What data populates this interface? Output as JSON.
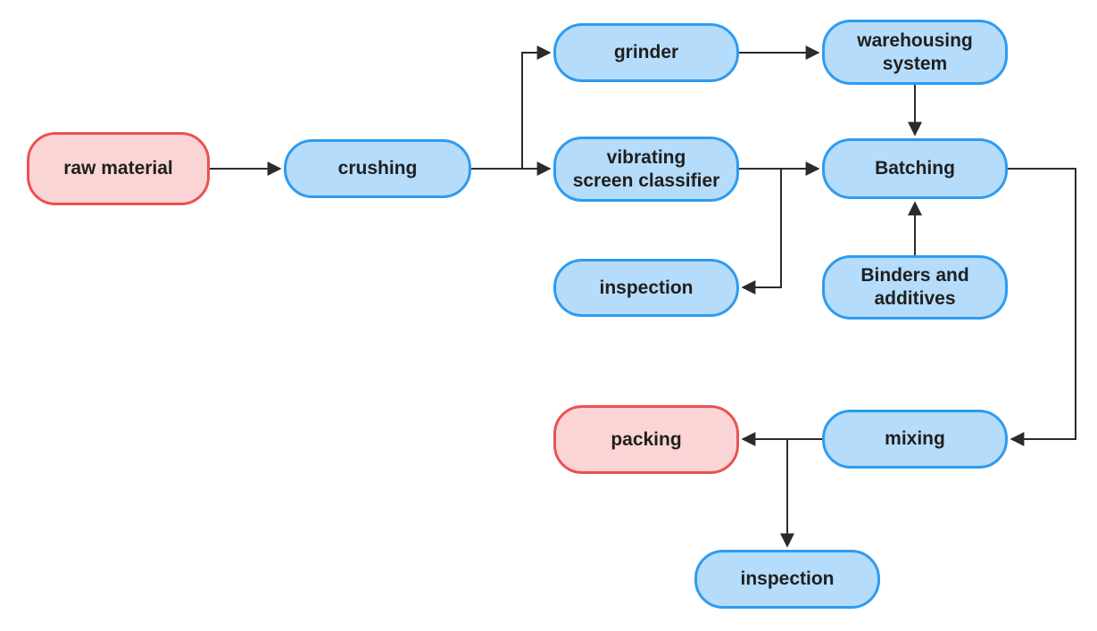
{
  "diagram": {
    "type": "flowchart",
    "nodes": {
      "raw_material": {
        "label": "raw material",
        "shape": "rounded-rectangle",
        "style": "terminal"
      },
      "crushing": {
        "label": "crushing",
        "shape": "rounded-rectangle",
        "style": "process"
      },
      "grinder": {
        "label": "grinder",
        "shape": "rounded-rectangle",
        "style": "process"
      },
      "warehousing": {
        "label": "warehousing\nsystem",
        "shape": "rounded-rectangle",
        "style": "process"
      },
      "vibrating": {
        "label": "vibrating\nscreen classifier",
        "shape": "rounded-rectangle",
        "style": "process"
      },
      "batching": {
        "label": "Batching",
        "shape": "rounded-rectangle",
        "style": "process"
      },
      "inspection1": {
        "label": "inspection",
        "shape": "rounded-rectangle",
        "style": "process"
      },
      "binders": {
        "label": "Binders and\nadditives",
        "shape": "rounded-rectangle",
        "style": "process"
      },
      "packing": {
        "label": "packing",
        "shape": "rounded-rectangle",
        "style": "terminal"
      },
      "mixing": {
        "label": "mixing",
        "shape": "rounded-rectangle",
        "style": "process"
      },
      "inspection2": {
        "label": "inspection",
        "shape": "rounded-rectangle",
        "style": "process"
      }
    },
    "edges": [
      {
        "from": "raw_material",
        "to": "crushing"
      },
      {
        "from": "crushing",
        "to": "grinder"
      },
      {
        "from": "crushing",
        "to": "vibrating"
      },
      {
        "from": "grinder",
        "to": "warehousing"
      },
      {
        "from": "warehousing",
        "to": "batching"
      },
      {
        "from": "vibrating",
        "to": "batching"
      },
      {
        "from": "vibrating",
        "to": "inspection1"
      },
      {
        "from": "binders",
        "to": "batching"
      },
      {
        "from": "batching",
        "to": "mixing"
      },
      {
        "from": "mixing",
        "to": "packing"
      },
      {
        "from": "mixing",
        "to": "inspection2"
      }
    ],
    "colors": {
      "process_fill": "#b5dcfa",
      "process_border": "#2e9bf0",
      "terminal_fill": "#fbd5d5",
      "terminal_border": "#ea5252",
      "arrow": "#2b2b2b",
      "text": "#1f1f1f"
    }
  }
}
